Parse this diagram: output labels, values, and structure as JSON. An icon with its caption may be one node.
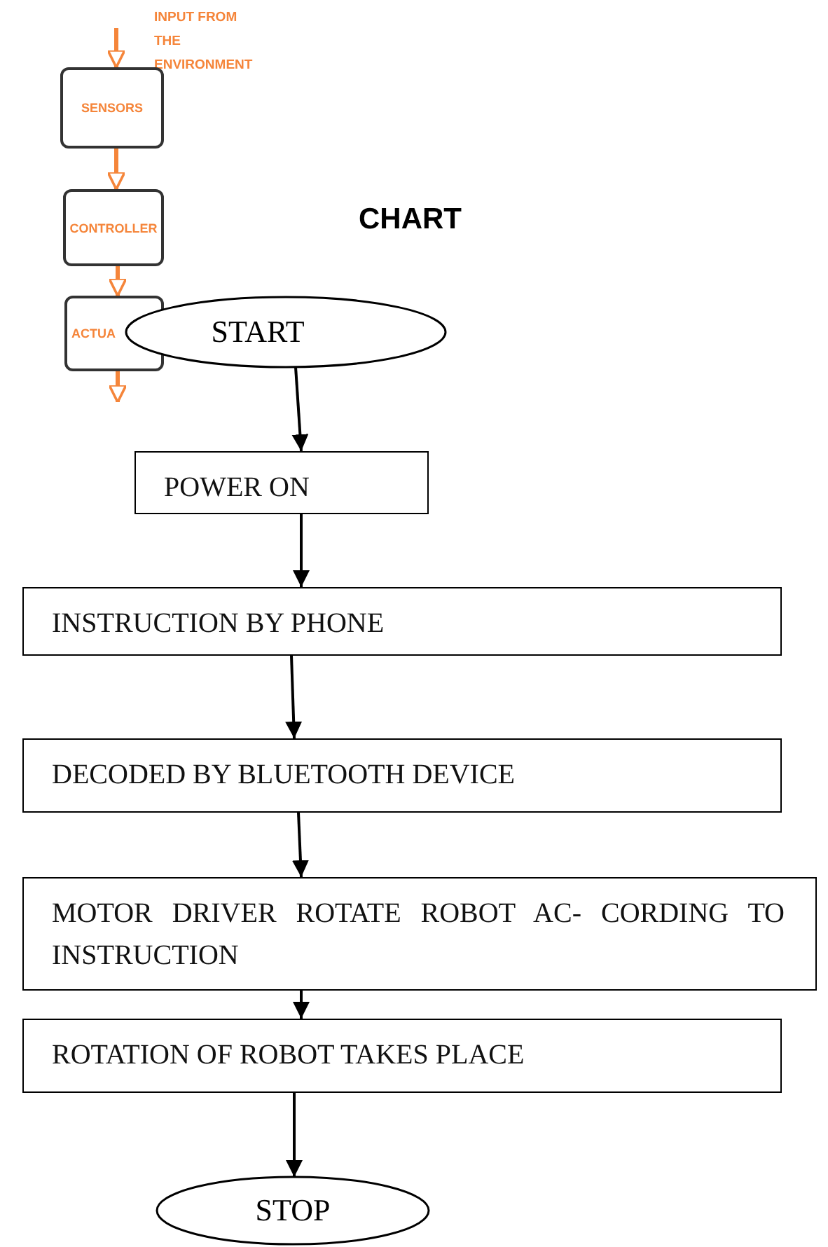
{
  "diagram": {
    "title": "CHART",
    "nodes": [
      {
        "text": [
          "SENSORS"
        ]
      },
      {
        "text": [
          "CONTROLLER"
        ]
      },
      {
        "text": [
          "ACTUA"
        ]
      },
      {
        "text": [
          "START"
        ]
      },
      {
        "text": [
          "POWER ON"
        ]
      },
      {
        "text": [
          "INSTRUCTION BY PHONE"
        ]
      },
      {
        "text": [
          "DECODED BY BLUETOOTH DEVICE"
        ]
      },
      {
        "text": [
          "MOTOR DRIVER ROTATE ROBOT AC- CORDING TO INSTRUCTION"
        ]
      },
      {
        "text": [
          "ROTATION OF ROBOT TAKES PLACE"
        ]
      },
      {
        "text": [
          "STOP"
        ]
      }
    ],
    "edges": [
      {
        "from": null,
        "to": 0,
        "arrow": "to",
        "color": "#f5853a"
      },
      {
        "from": 0,
        "to": 1,
        "arrow": "to",
        "color": "#f5853a"
      },
      {
        "from": 1,
        "to": 2,
        "arrow": "to",
        "color": "#f5853a"
      },
      {
        "from": 2,
        "to": null,
        "arrow": "to",
        "color": "#f5853a"
      },
      {
        "from": 3,
        "to": 4,
        "arrow": "to"
      },
      {
        "from": 4,
        "to": 5,
        "arrow": "to"
      },
      {
        "from": 5,
        "to": 6,
        "arrow": "to"
      },
      {
        "from": 6,
        "to": 7,
        "arrow": "to"
      },
      {
        "from": 7,
        "to": 8,
        "arrow": "to"
      },
      {
        "from": 8,
        "to": 9,
        "arrow": "to"
      }
    ],
    "labels": [
      "INPUT FROM THE ENVIRONMENT"
    ]
  }
}
